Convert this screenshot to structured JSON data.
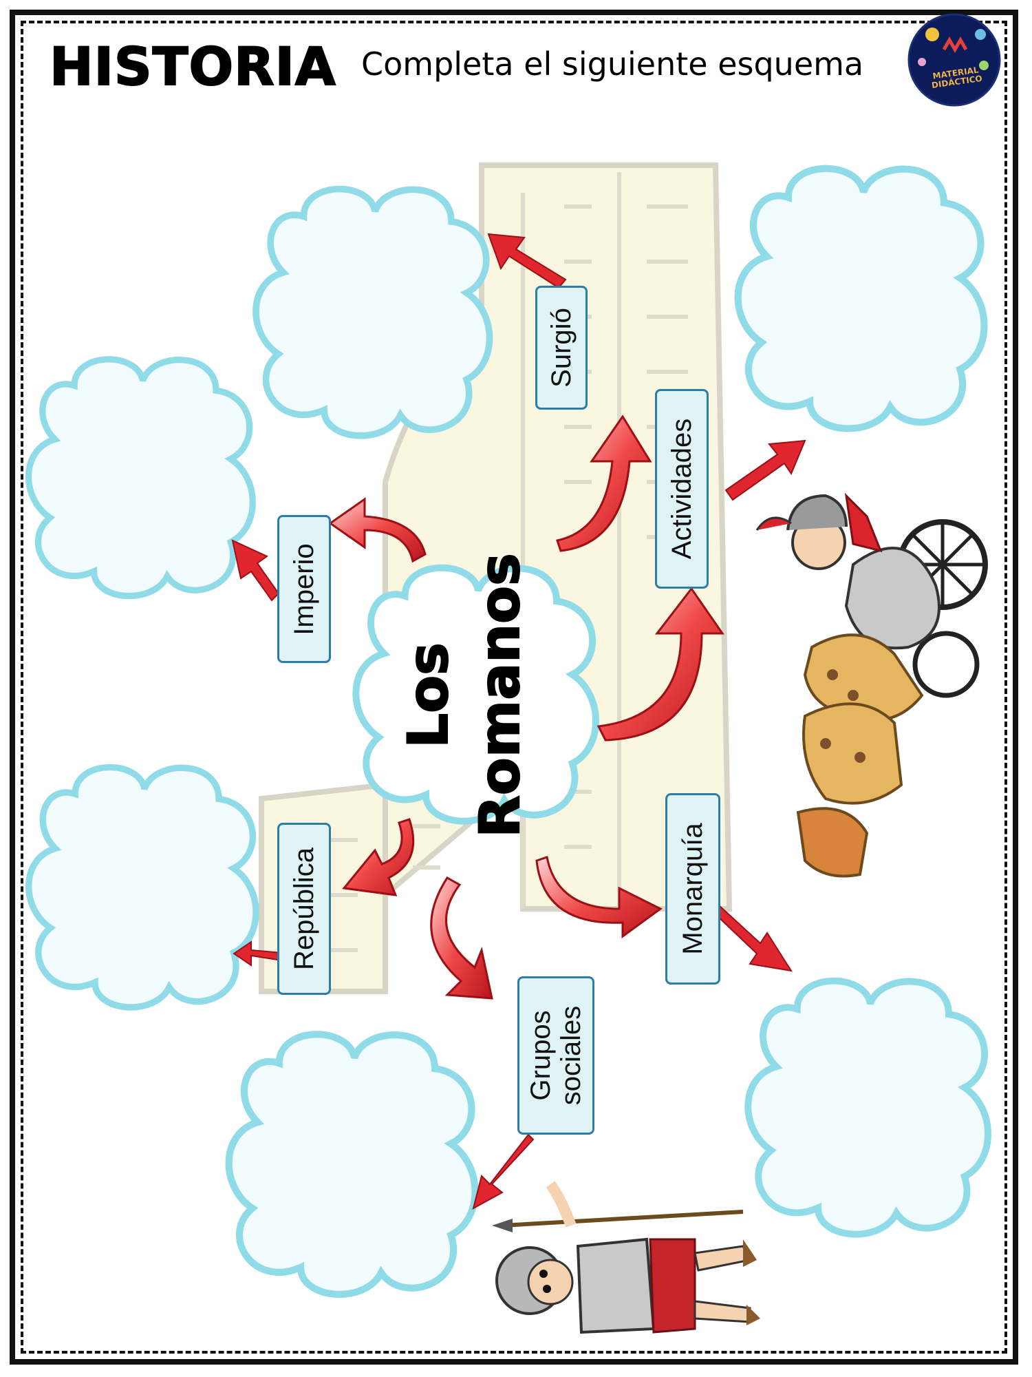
{
  "header": {
    "title": "HISTORIA",
    "instruction": "Completa el siguiente esquema",
    "logo_text": "MATERIAL DIDÁCTICO"
  },
  "central_topic": {
    "line1": "Los",
    "line2": "Romanos"
  },
  "branches": [
    {
      "id": "surgio",
      "label": "Surgió"
    },
    {
      "id": "actividades",
      "label": "Actividades"
    },
    {
      "id": "imperio",
      "label": "Imperio"
    },
    {
      "id": "republica",
      "label": "República"
    },
    {
      "id": "grupos",
      "label": "Grupos\nsociales"
    },
    {
      "id": "monarquia",
      "label": "Monarquía"
    }
  ],
  "colors": {
    "cloud_outline": "#8fdbe8",
    "cloud_fill": "#f2fbfd",
    "arrow": "#e0262e",
    "label_border": "#2c7ea6",
    "label_fill": "#dff3f6",
    "colosseum": "#f6efc7"
  },
  "illustrations": [
    "colosseum-background",
    "roman-chariot",
    "roman-soldier"
  ]
}
